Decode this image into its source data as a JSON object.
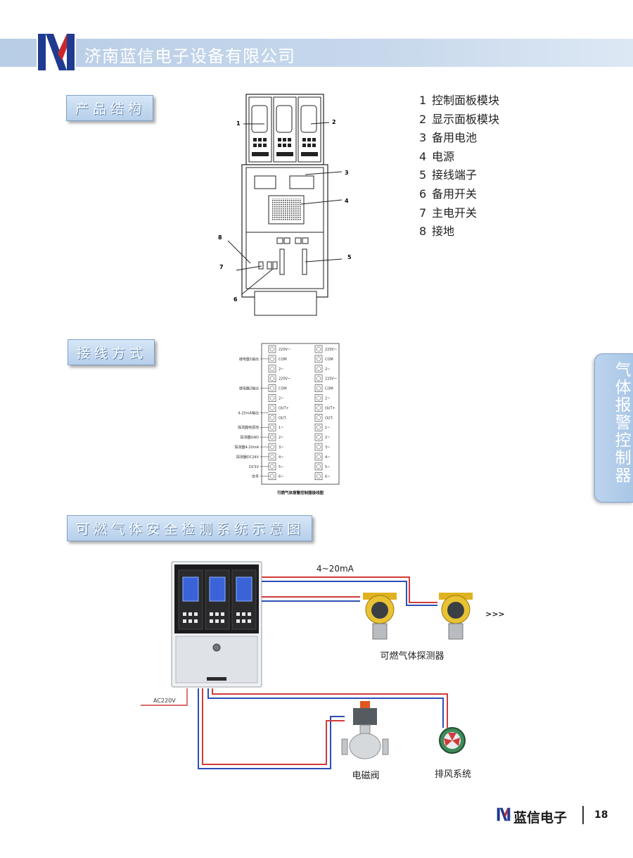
{
  "header": {
    "company": "济南蓝信电子设备有限公司"
  },
  "sections": {
    "structure": "产品结构",
    "wiring": "接线方式",
    "system": "可燃气体安全检测系统示意图"
  },
  "structure_callouts": [
    "1",
    "2",
    "3",
    "4",
    "5",
    "6",
    "7",
    "8"
  ],
  "legend": [
    {
      "num": "1",
      "label": "控制面板模块"
    },
    {
      "num": "2",
      "label": "显示面板模块"
    },
    {
      "num": "3",
      "label": "备用电池"
    },
    {
      "num": "4",
      "label": "电源"
    },
    {
      "num": "5",
      "label": "接线端子"
    },
    {
      "num": "6",
      "label": "备用开关"
    },
    {
      "num": "7",
      "label": "主电开关"
    },
    {
      "num": "8",
      "label": "接地"
    }
  ],
  "wiring_diagram": {
    "caption": "可燃气体报警控制器接线图",
    "left_labels": [
      "继电器1输出",
      "继电器2输出",
      "4-20mA输出",
      "探测器电源地",
      "探测器GND",
      "探测器4-20mA",
      "探测器DC24V",
      "DC5V",
      "信号"
    ],
    "col1_terminals": [
      "220V~",
      "COM",
      "2~",
      "220V~",
      "COM",
      "2~",
      "OUT+",
      "OUT-",
      "1~",
      "2~",
      "3~",
      "4~",
      "5~",
      "6~"
    ],
    "col2_terminals": [
      "220V~",
      "COM",
      "2~",
      "220V~",
      "COM",
      "2~",
      "OUT+",
      "OUT-",
      "1~",
      "2~",
      "3~",
      "4~",
      "5~",
      "6~"
    ]
  },
  "system_diagram": {
    "signal_label": "4~20mA",
    "arrows": ">>>",
    "detector_label": "可燃气体探测器",
    "power_label": "AC220V",
    "valve_label": "电磁阀",
    "fan_label": "排风系统"
  },
  "side_tab": "气体报警控制器",
  "footer": {
    "brand": "蓝信电子",
    "page": "18"
  },
  "colors": {
    "accent": "#b8cde6",
    "tab": "#a9c6e6",
    "wire_red": "#d23a3a",
    "wire_blue": "#2c4fb5"
  }
}
